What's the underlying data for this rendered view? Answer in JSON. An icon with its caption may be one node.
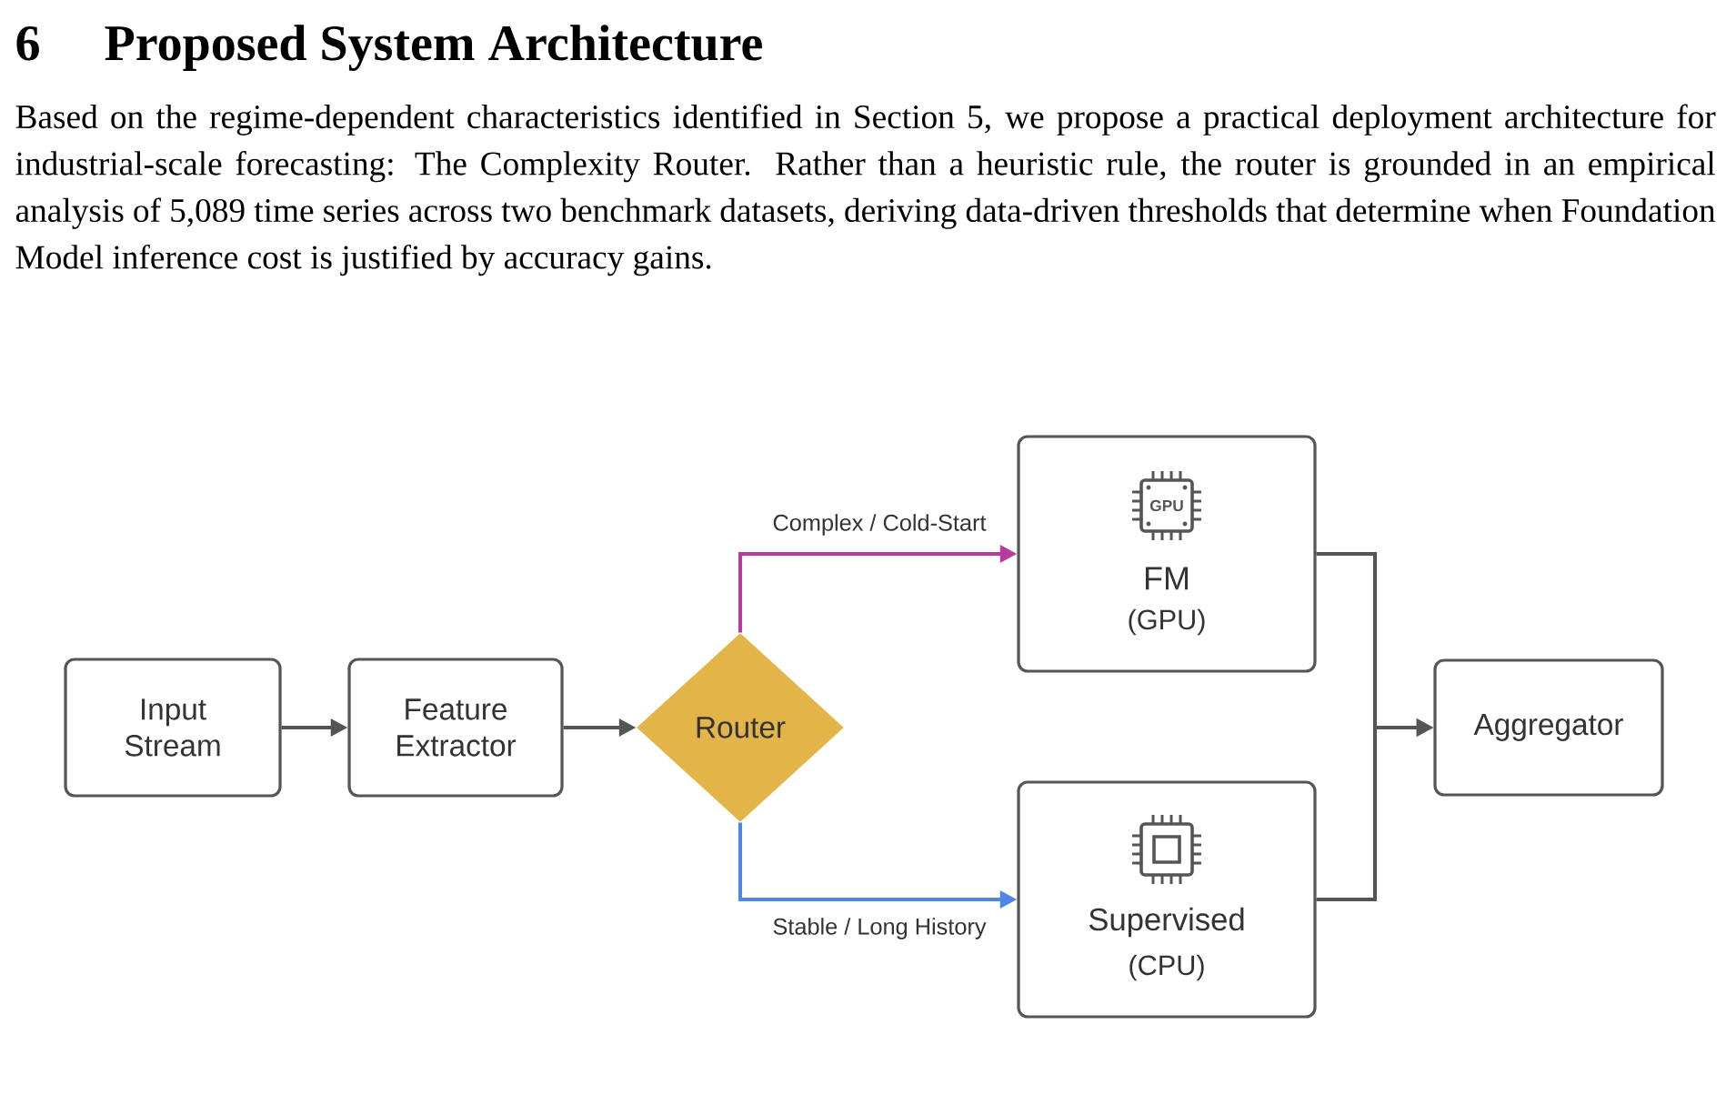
{
  "diagram": {
    "title": "Proposed System Architecture",
    "nodes": [
      {
        "text": [
          "Input Stream"
        ]
      },
      {
        "text": [
          "Feature Extractor"
        ]
      },
      {
        "text": [
          "Router"
        ]
      },
      {
        "text": [
          "GPU",
          "FM",
          "(GPU)"
        ]
      },
      {
        "text": [
          "Supervised",
          "(CPU)"
        ]
      },
      {
        "text": [
          "Aggregator"
        ]
      }
    ],
    "edges": [
      {
        "from": 0,
        "to": 1,
        "arrow": "to"
      },
      {
        "from": 1,
        "to": 2,
        "arrow": "to"
      },
      {
        "from": 2,
        "to": 3,
        "arrow": "to",
        "label": "Complex / Cold-Start",
        "color": "#b83b9e"
      },
      {
        "from": 2,
        "to": 4,
        "arrow": "to",
        "label": "Stable / Long History",
        "color": "#4f86e6"
      },
      {
        "from": 3,
        "to": 5,
        "arrow": "to"
      },
      {
        "from": 4,
        "to": 5,
        "arrow": "to"
      }
    ],
    "labels": [
      "6",
      "Based on the regime-dependent characteristics identified in Section 5, we propose a practical deployment architecture for industrial-scale forecasting: The Complexity Router. Rather than a heuristic rule, the router is grounded in an empirical analysis of 5,089 time series across two benchmark datasets, deriving data-driven thresholds that determine when Foundation Model inference cost is justified by accuracy gains."
    ]
  }
}
